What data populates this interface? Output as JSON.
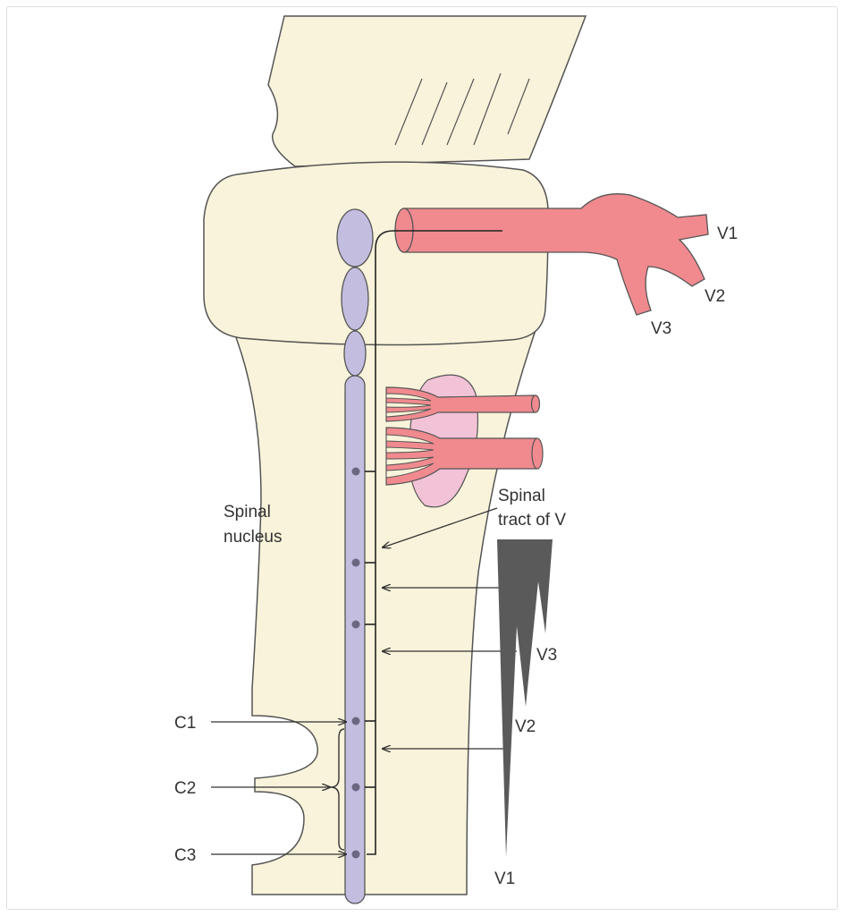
{
  "diagram": {
    "colors": {
      "tissue": "#f8f3da",
      "outline": "#555555",
      "nucleus": "#c3bedf",
      "nucleus_dot": "#6b6780",
      "nerve": "#f08a8f",
      "ganglion": "#f2c2d6",
      "wedge": "#5a5a5a",
      "text": "#333333"
    },
    "labels": {
      "v1_top": "V1",
      "v2_top": "V2",
      "v3_top": "V3",
      "spinal_nucleus_line1": "Spinal",
      "spinal_nucleus_line2": "nucleus",
      "spinal_tract_line1": "Spinal",
      "spinal_tract_line2": "tract of V",
      "v3_bottom": "V3",
      "v2_bottom": "V2",
      "v1_bottom": "V1",
      "c1": "C1",
      "c2": "C2",
      "c3": "C3"
    }
  }
}
